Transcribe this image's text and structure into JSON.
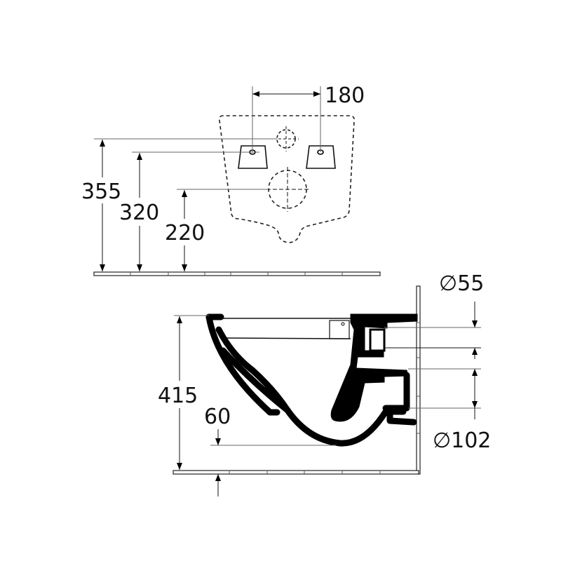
{
  "drawing": {
    "title": "Wall-hung WC dimension drawing",
    "colors": {
      "line": "#000000",
      "background": "#ffffff"
    },
    "rear_view": {
      "dimensions": {
        "bolt_spacing": "180",
        "height_top_hole": "355",
        "height_bolts": "320",
        "height_outlet": "220"
      }
    },
    "side_view": {
      "dimensions": {
        "total_height": "415",
        "clearance": "60",
        "inlet_diameter": "∅55",
        "outlet_diameter": "∅102"
      }
    }
  }
}
